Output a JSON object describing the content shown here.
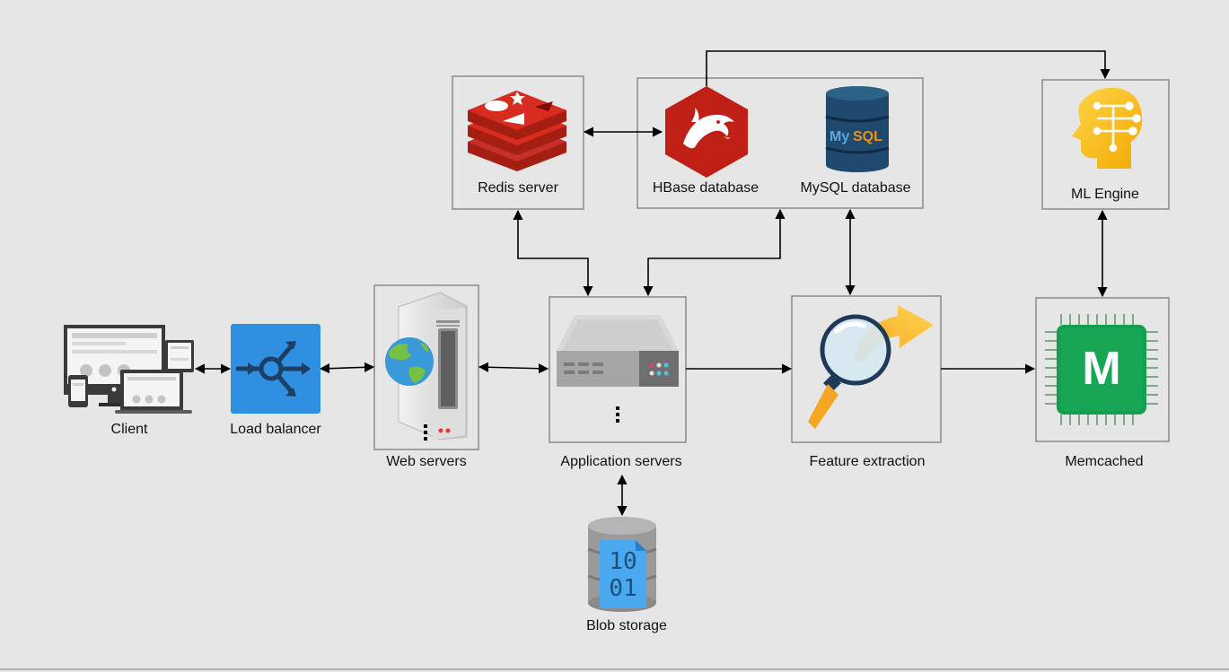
{
  "diagram": {
    "nodes": {
      "client": {
        "label": "Client"
      },
      "load_balancer": {
        "label": "Load balancer"
      },
      "web_servers": {
        "label": "Web servers"
      },
      "application_servers": {
        "label": "Application servers"
      },
      "redis_server": {
        "label": "Redis server"
      },
      "hbase_database": {
        "label": "HBase database"
      },
      "mysql_database": {
        "label": "MySQL database",
        "logo_text_my": "My",
        "logo_text_sql": "SQL"
      },
      "ml_engine": {
        "label": "ML Engine"
      },
      "feature_extraction": {
        "label": "Feature extraction"
      },
      "memcached": {
        "label": "Memcached",
        "logo_letter": "M"
      },
      "blob_storage": {
        "label": "Blob storage",
        "logo_text_top": "10",
        "logo_text_bottom": "01"
      }
    },
    "edges": [
      {
        "from": "client",
        "to": "load_balancer",
        "direction": "both"
      },
      {
        "from": "load_balancer",
        "to": "web_servers",
        "direction": "both"
      },
      {
        "from": "web_servers",
        "to": "application_servers",
        "direction": "both"
      },
      {
        "from": "application_servers",
        "to": "feature_extraction",
        "direction": "forward"
      },
      {
        "from": "feature_extraction",
        "to": "memcached",
        "direction": "forward"
      },
      {
        "from": "redis_server",
        "to": "hbase_database",
        "direction": "both"
      },
      {
        "from": "redis_server",
        "to": "application_servers",
        "direction": "both"
      },
      {
        "from": "hbase_database",
        "to": "application_servers",
        "direction": "both"
      },
      {
        "from": "mysql_database",
        "to": "feature_extraction",
        "direction": "both"
      },
      {
        "from": "hbase_database",
        "to": "ml_engine",
        "direction": "forward"
      },
      {
        "from": "ml_engine",
        "to": "memcached",
        "direction": "both"
      },
      {
        "from": "application_servers",
        "to": "blob_storage",
        "direction": "both"
      }
    ],
    "colors": {
      "background": "#e6e6e6",
      "box_border": "#8a8a8a",
      "edge": "#000000",
      "redis_red": "#c6302b",
      "hbase_red": "#c01f15",
      "mysql_navy": "#1f4a6e",
      "lb_blue": "#2f8fe0",
      "ml_yellow": "#fbbc05",
      "memcached_green": "#159e4d",
      "blob_blue": "#4aa8ee"
    }
  }
}
